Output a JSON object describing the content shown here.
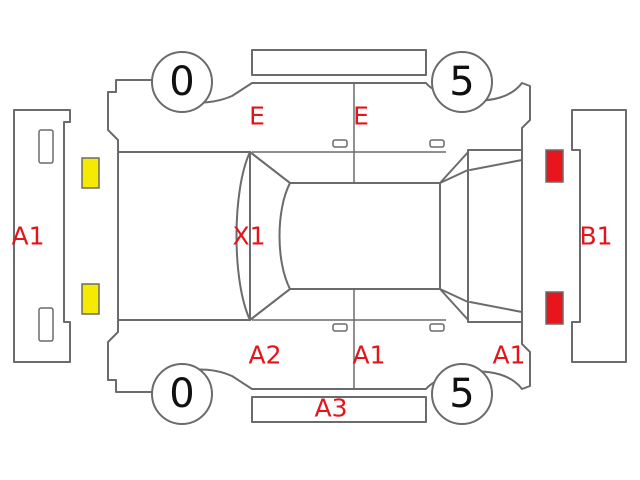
{
  "colors": {
    "outline": "#6b6b6b",
    "label_red": "#e3141c",
    "lamp_yellow": "#f5ea00",
    "lamp_red": "#e8161c",
    "wheel_text": "#111111"
  },
  "wheels": {
    "top_left": "0",
    "top_right": "5",
    "bottom_left": "0",
    "bottom_right": "5"
  },
  "labels": {
    "front_bumper": "A1",
    "rear_bumper": "B1",
    "roof": "X1",
    "top_front_door": "E",
    "top_rear_door": "E",
    "bottom_front_door": "A2",
    "bottom_rear_door": "A1",
    "bottom_rear_fender": "A1",
    "bottom_sill": "A3"
  },
  "lamps": {
    "front": [
      "yellow",
      "yellow"
    ],
    "rear": [
      "red",
      "red"
    ]
  }
}
